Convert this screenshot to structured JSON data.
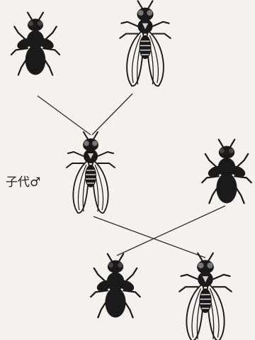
{
  "diagram": {
    "offspring_label": "子代",
    "offspring_sex_symbol": "♂",
    "line_color": "#2b2b2b",
    "fly_color": "#1a1a1a",
    "flies": [
      {
        "role": "parent",
        "appearance": "dark-body-short-wings"
      },
      {
        "role": "parent",
        "appearance": "patterned-body-long-wings"
      },
      {
        "role": "offspring",
        "appearance": "patterned-body-long-wings"
      },
      {
        "role": "mate",
        "appearance": "dark-body-short-wings"
      },
      {
        "role": "progeny",
        "appearance": "dark-body-short-wings"
      },
      {
        "role": "progeny",
        "appearance": "patterned-body-long-wings"
      }
    ]
  }
}
